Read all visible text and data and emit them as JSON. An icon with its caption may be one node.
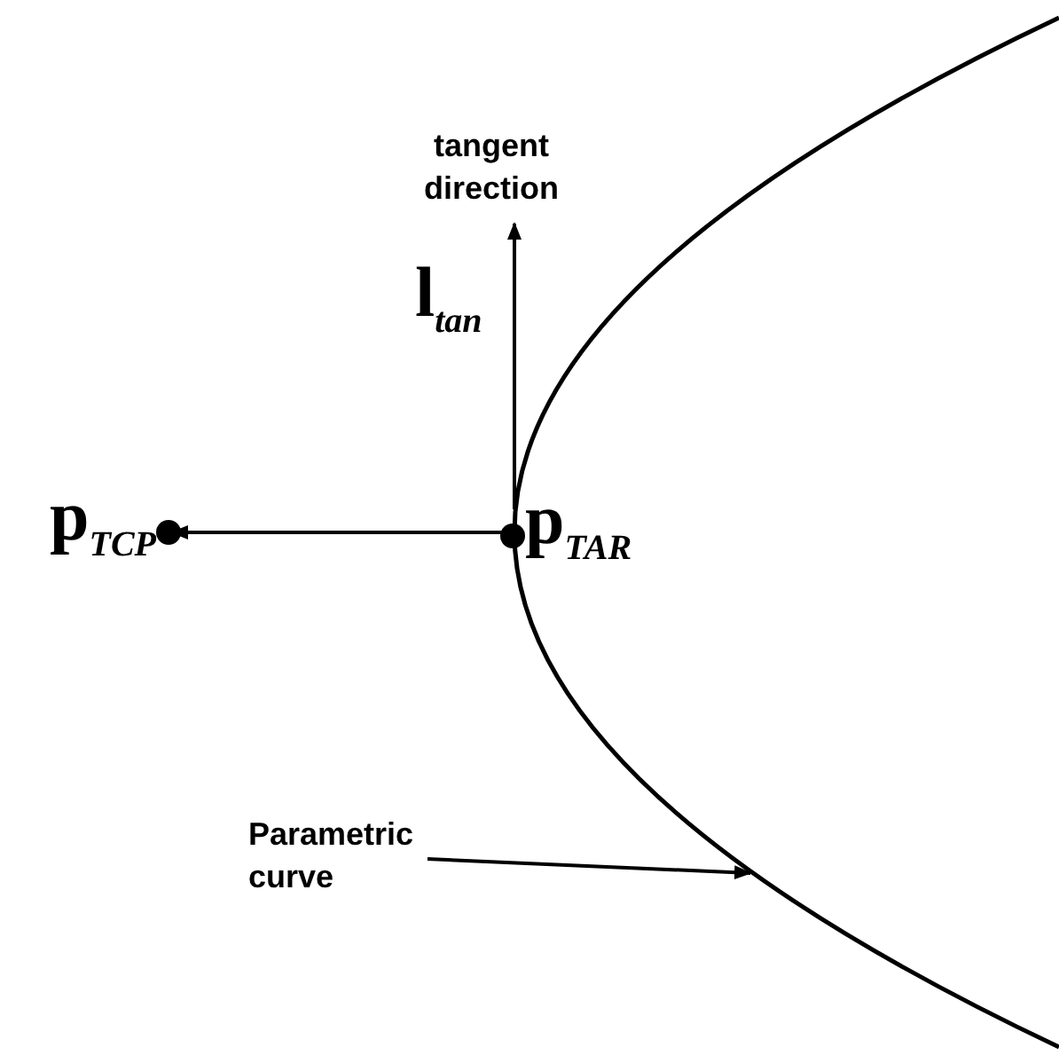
{
  "diagram": {
    "nodes": [
      {
        "text": [
          "**p**$_{TCP}$"
        ]
      },
      {
        "text": [
          "**p**$_{TAR}$"
        ]
      },
      {
        "text": [
          "Parametric curve"
        ]
      },
      {
        "text": [],
        "shape": "curve"
      }
    ],
    "edges": [
      {
        "from": 1,
        "to": 0,
        "arrow": "to"
      },
      {
        "from": 2,
        "to": 3,
        "arrow": "to"
      }
    ],
    "labels": [
      "tangent direction",
      "**l**$_{tan}$"
    ]
  }
}
